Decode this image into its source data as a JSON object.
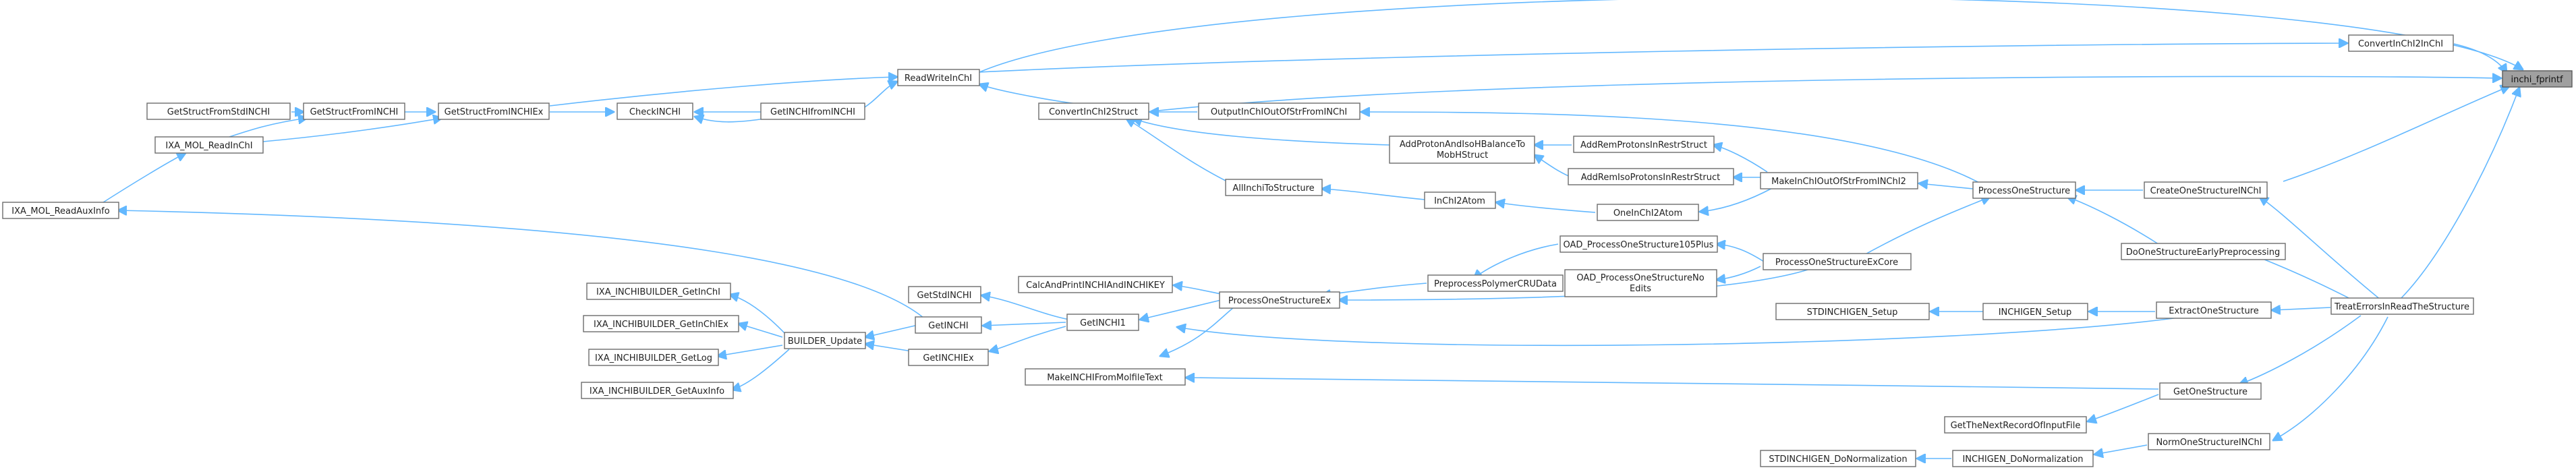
{
  "colors": {
    "edge": "#63b8ff",
    "node_border": "#6d6d6d",
    "root_fill": "#a0a0a0",
    "background": "#ffffff"
  },
  "nodes": {
    "root": "inchi_fprintf",
    "convert_inchi2inchi": "ConvertInChI2InChI",
    "readwriteinchi": "ReadWriteInChI",
    "convertinchi2struct": "ConvertInChI2Struct",
    "outputinchioutofstr": "OutputInChIOutOfStrFromINChI",
    "getinchifrominchi": "GetINCHIfromINCHI",
    "checkinchi": "CheckINCHI",
    "getstructfrominchiex": "GetStructFromINCHIEx",
    "getstructfrominchi": "GetStructFromINCHI",
    "getstructfromstdinchi": "GetStructFromStdINCHI",
    "ixa_mol_readinchi": "IXA_MOL_ReadInChI",
    "ixa_mol_readauxinfo": "IXA_MOL_ReadAuxInfo",
    "addprotonsandisohbalance": "AddProtonAndIsoHBalanceTo MobHStruct",
    "addremprotonsinrestrstruct": "AddRemProtonsInRestrStruct",
    "addremisoprotonsinrestrstruct": "AddRemIsoProtonsInRestrStruct",
    "makeinchioutofstrfrominchi2": "MakeInChIOutOfStrFromINChI2",
    "allinchitostructure": "AllInchiToStructure",
    "inchi2atom": "InChI2Atom",
    "oneinchi2atom": "OneInChI2Atom",
    "processonestructure": "ProcessOneStructure",
    "createonestructureinchi": "CreateOneStructureINChI",
    "dootherstructureearly": "DoOneStructureEarlyPreprocessing",
    "oad_105plus": "OAD_ProcessOneStructure105Plus",
    "oad_noedits": "OAD_ProcessOneStructureNo Edits",
    "preprocesspolymercrudata": "PreprocessPolymerCRUData",
    "processonestructureexcore": "ProcessOneStructureExCore",
    "processonestructureex": "ProcessOneStructureEx",
    "calcandprintinchiandinchikey": "CalcAndPrintINCHIAndINCHIKEY",
    "getstdinchi": "GetStdINCHI",
    "getinchi": "GetINCHI",
    "getinchi1": "GetINCHI1",
    "getinchiex": "GetINCHIEx",
    "makeinchifrommolfiletext": "MakeINCHIFromMolfileText",
    "builder_update": "BUILDER_Update",
    "ixa_builder_getinchi": "IXA_INCHIBUILDER_GetInChI",
    "ixa_builder_getinchiex": "IXA_INCHIBUILDER_GetInChIEx",
    "ixa_builder_getlog": "IXA_INCHIBUILDER_GetLog",
    "ixa_builder_getauxinfo": "IXA_INCHIBUILDER_GetAuxInfo",
    "stdinchigen_setup": "STDINCHIGEN_Setup",
    "inchigen_setup": "INCHIGEN_Setup",
    "extractonestructure": "ExtractOneStructure",
    "treaterrorsinreadthestructure": "TreatErrorsInReadTheStructure",
    "getonestructure": "GetOneStructure",
    "getthenextrecordofinputfile": "GetTheNextRecordOfInputFile",
    "normonestructureinchi": "NormOneStructureINChI",
    "inchigen_donormalization": "INCHIGEN_DoNormalization",
    "stdinchigen_donormalization": "STDINCHIGEN_DoNormalization"
  }
}
